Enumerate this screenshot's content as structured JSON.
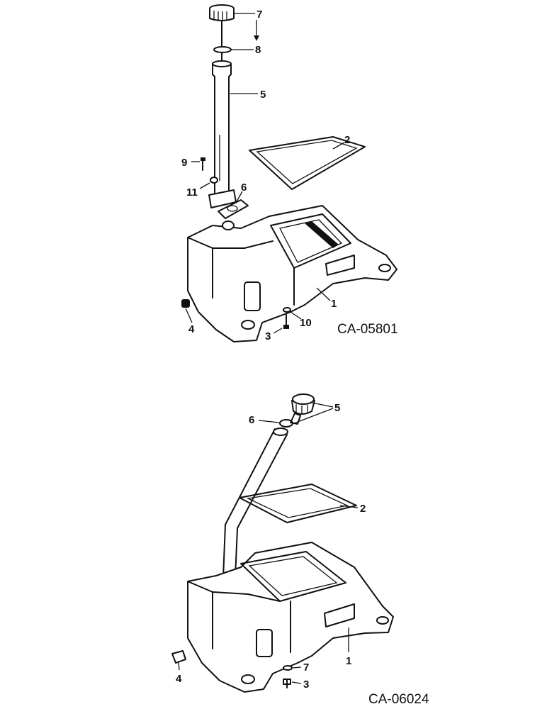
{
  "figures": [
    {
      "code": "CA-05801",
      "callouts": [
        "7",
        "8",
        "5",
        "2",
        "9",
        "11",
        "6",
        "1",
        "4",
        "3",
        "10"
      ]
    },
    {
      "code": "CA-06024",
      "callouts": [
        "5",
        "6",
        "2",
        "1",
        "4",
        "7",
        "3"
      ]
    }
  ]
}
